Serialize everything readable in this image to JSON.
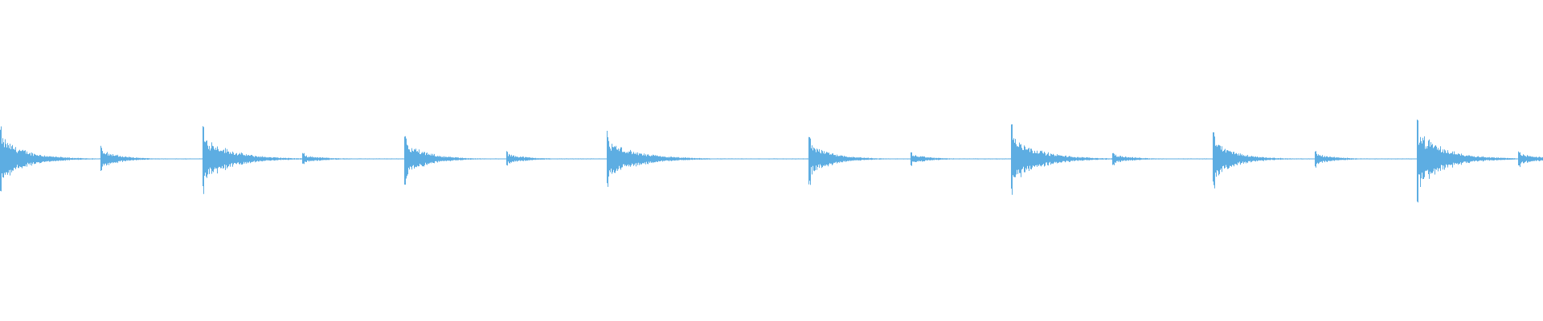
{
  "waveform": {
    "color": "#5dade2",
    "baseline_fraction": 0.495,
    "transients": [
      {
        "time": 0.0,
        "amplitude": 0.6,
        "decay": 0.045
      },
      {
        "time": 0.065,
        "amplitude": 0.24,
        "decay": 0.035
      },
      {
        "time": 0.131,
        "amplitude": 0.62,
        "decay": 0.05
      },
      {
        "time": 0.196,
        "amplitude": 0.1,
        "decay": 0.04
      },
      {
        "time": 0.262,
        "amplitude": 0.45,
        "decay": 0.04
      },
      {
        "time": 0.328,
        "amplitude": 0.14,
        "decay": 0.035
      },
      {
        "time": 0.393,
        "amplitude": 0.48,
        "decay": 0.055
      },
      {
        "time": 0.524,
        "amplitude": 0.46,
        "decay": 0.04
      },
      {
        "time": 0.59,
        "amplitude": 0.12,
        "decay": 0.035
      },
      {
        "time": 0.655,
        "amplitude": 0.64,
        "decay": 0.05
      },
      {
        "time": 0.721,
        "amplitude": 0.11,
        "decay": 0.04
      },
      {
        "time": 0.786,
        "amplitude": 0.5,
        "decay": 0.04
      },
      {
        "time": 0.852,
        "amplitude": 0.15,
        "decay": 0.035
      },
      {
        "time": 0.918,
        "amplitude": 0.74,
        "decay": 0.05
      },
      {
        "time": 0.984,
        "amplitude": 0.14,
        "decay": 0.04
      }
    ]
  }
}
